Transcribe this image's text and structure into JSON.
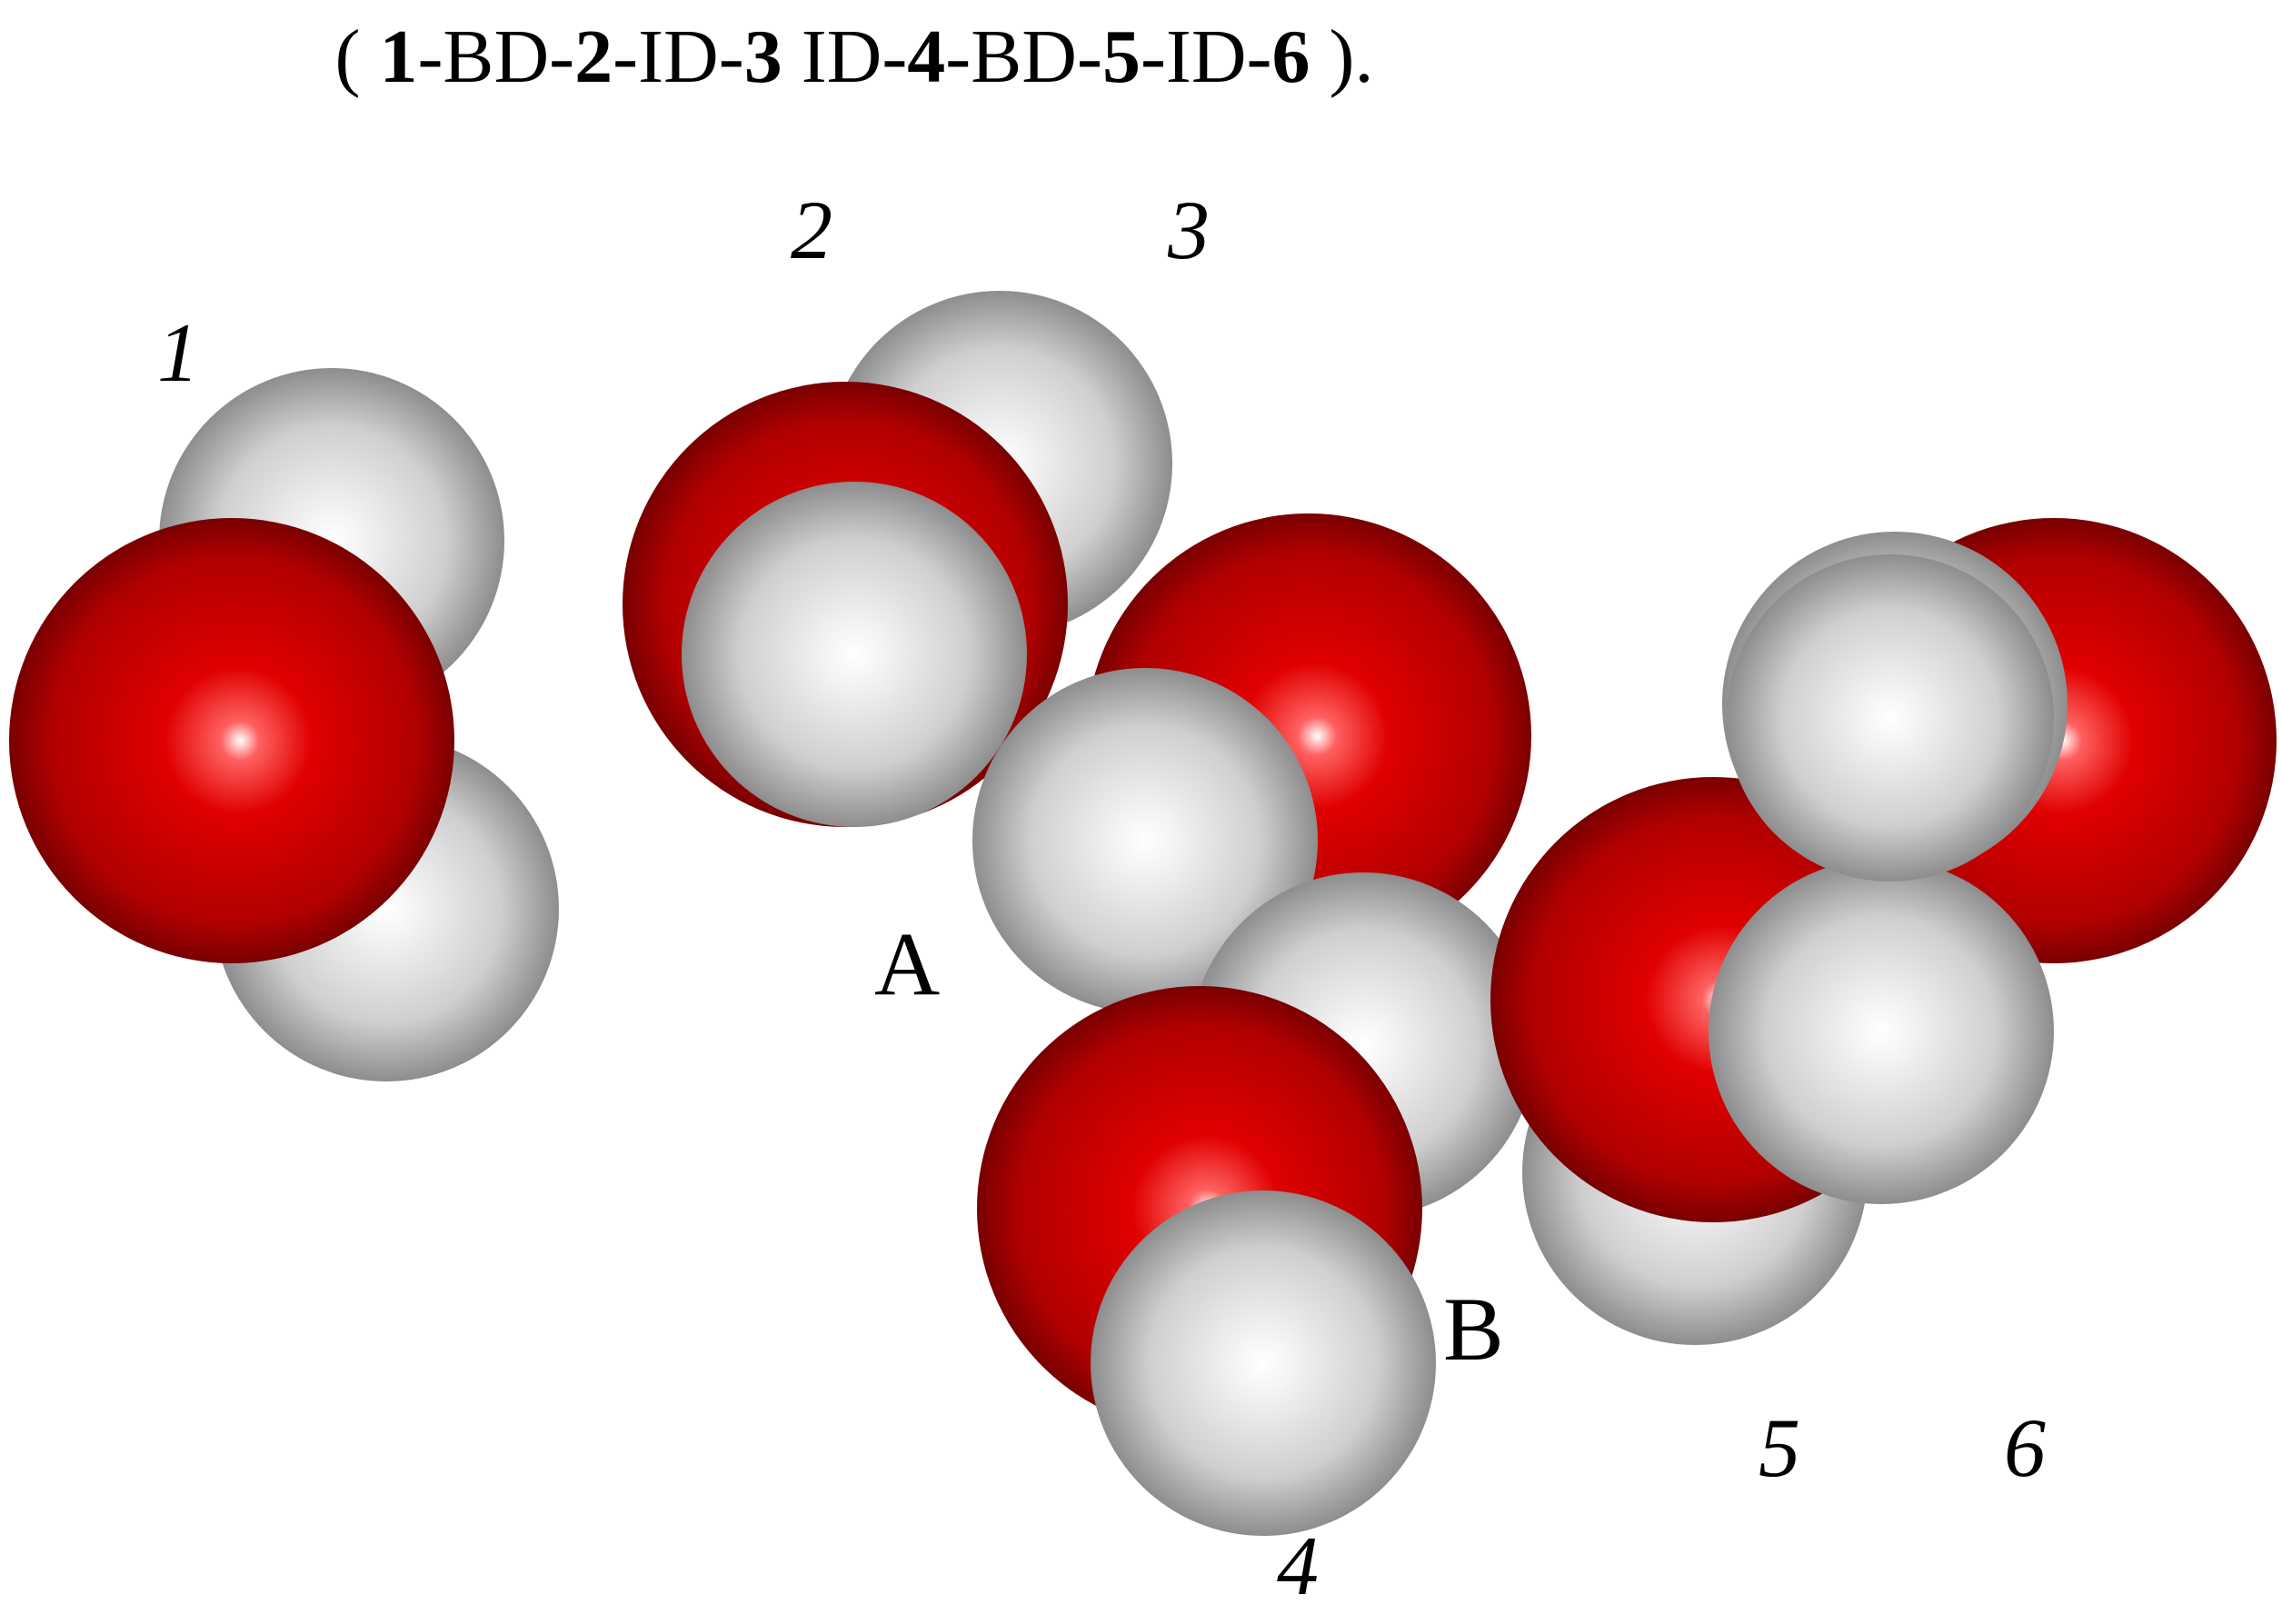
{
  "caption": {
    "open": "( ",
    "parts": [
      {
        "id": "1",
        "link": "-BD-"
      },
      {
        "id": "2",
        "link": "-ID-"
      },
      {
        "id": "3",
        "link": " ID-"
      },
      {
        "id": "4",
        "link": "-BD-"
      },
      {
        "id": "5",
        "link": "-ID-"
      },
      {
        "id": "6",
        "link": ""
      }
    ],
    "close": " )."
  },
  "molecule_labels": [
    "1",
    "2",
    "3",
    "4",
    "5",
    "6"
  ],
  "site_labels": {
    "a": "A",
    "b": "B"
  },
  "colors": {
    "oxygen": "#d40000",
    "hydrogen": "#d9d9d9",
    "background": "#ffffff"
  }
}
